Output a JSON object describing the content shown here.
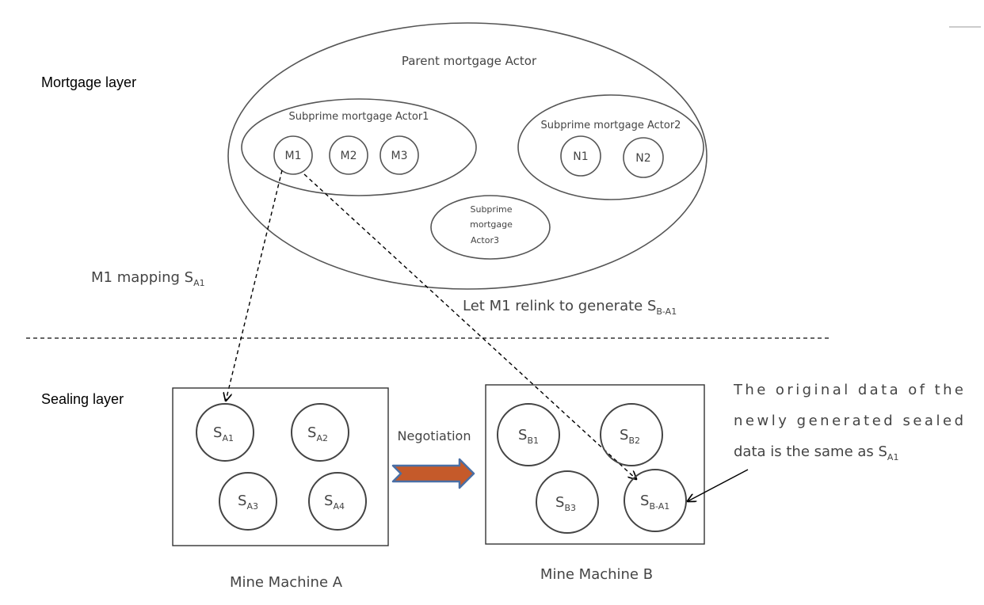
{
  "layers": {
    "mortgage": "Mortgage layer",
    "sealing": "Sealing layer"
  },
  "parent": {
    "label": "Parent mortgage Actor"
  },
  "actor1": {
    "label": "Subprime mortgage Actor1",
    "nodes": [
      "M1",
      "M2",
      "M3"
    ]
  },
  "actor2": {
    "label": "Subprime mortgage Actor2",
    "nodes": [
      "N1",
      "N2"
    ]
  },
  "actor3": {
    "line1": "Subprime",
    "line2": "mortgage",
    "line3": "Actor3"
  },
  "arrows": {
    "mapping": {
      "text": "M1 mapping S",
      "sub": "A1"
    },
    "relink": {
      "text": "Let M1 relink to generate S",
      "sub": "B-A1"
    },
    "negotiation": "Negotiation"
  },
  "machineA": {
    "label": "Mine Machine A",
    "cells": [
      {
        "main": "S",
        "sub": "A1"
      },
      {
        "main": "S",
        "sub": "A2"
      },
      {
        "main": "S",
        "sub": "A3"
      },
      {
        "main": "S",
        "sub": "A4"
      }
    ]
  },
  "machineB": {
    "label": "Mine Machine B",
    "cells": [
      {
        "main": "S",
        "sub": "B1"
      },
      {
        "main": "S",
        "sub": "B2"
      },
      {
        "main": "S",
        "sub": "B3"
      },
      {
        "main": "S",
        "sub": "B-A1"
      }
    ]
  },
  "note": {
    "line1": "The  original  data  of  the",
    "line2": "newly  generated  sealed",
    "line3": "data is the same as S",
    "line3_sub": "A1"
  },
  "colors": {
    "arrow_fill": "#c55a2a",
    "arrow_stroke": "#4a6fa5"
  }
}
